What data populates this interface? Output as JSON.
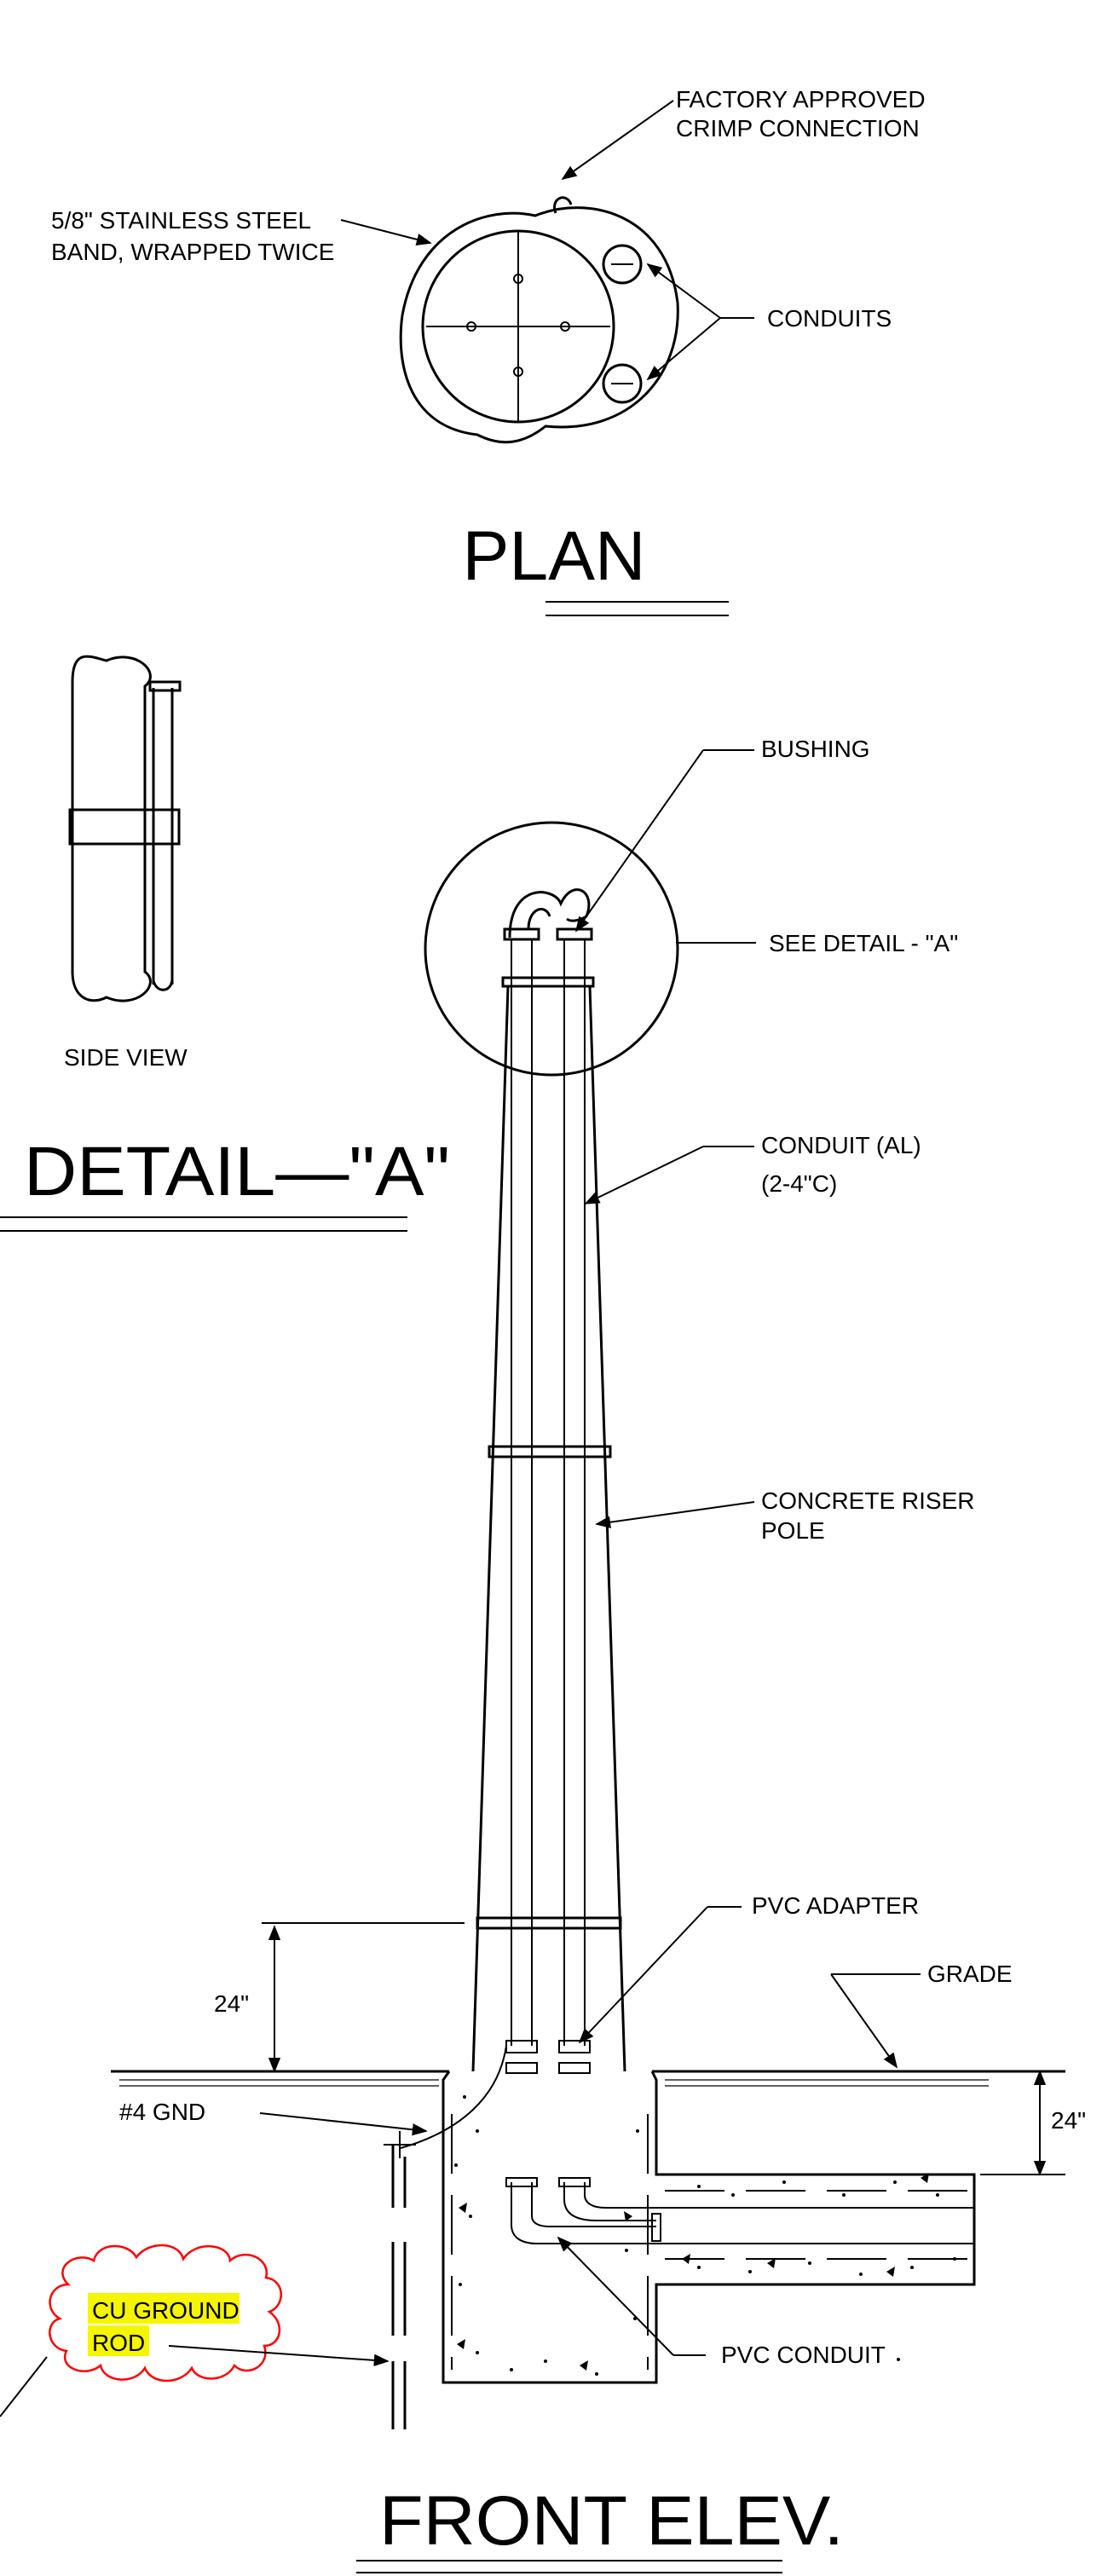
{
  "plan": {
    "title": "PLAN",
    "labels": {
      "crimp_line1": "FACTORY APPROVED",
      "crimp_line2": "CRIMP CONNECTION",
      "band_line1": "5/8\" STAINLESS STEEL",
      "band_line2": "BAND, WRAPPED TWICE",
      "conduits": "CONDUITS"
    }
  },
  "detail": {
    "title": "DETAIL—\"A\"",
    "side_view": "SIDE VIEW"
  },
  "elevation": {
    "title": "FRONT ELEV.",
    "labels": {
      "bushing": "BUSHING",
      "see_detail": "SEE DETAIL - \"A\"",
      "conduit_al_line1": "CONDUIT (AL)",
      "conduit_al_line2": "(2-4\"C)",
      "riser_line1": "CONCRETE RISER",
      "riser_line2": "POLE",
      "pvc_adapter": "PVC ADAPTER",
      "grade": "GRADE",
      "dim_left": "24\"",
      "dim_right": "24\"",
      "gnd": "#4 GND",
      "pvc_conduit": "PVC CONDUIT"
    },
    "markup": {
      "line1": "CU GROUND",
      "line2": "ROD",
      "cloud_color": "#ff0000",
      "highlight_color": "#f5f500"
    }
  }
}
